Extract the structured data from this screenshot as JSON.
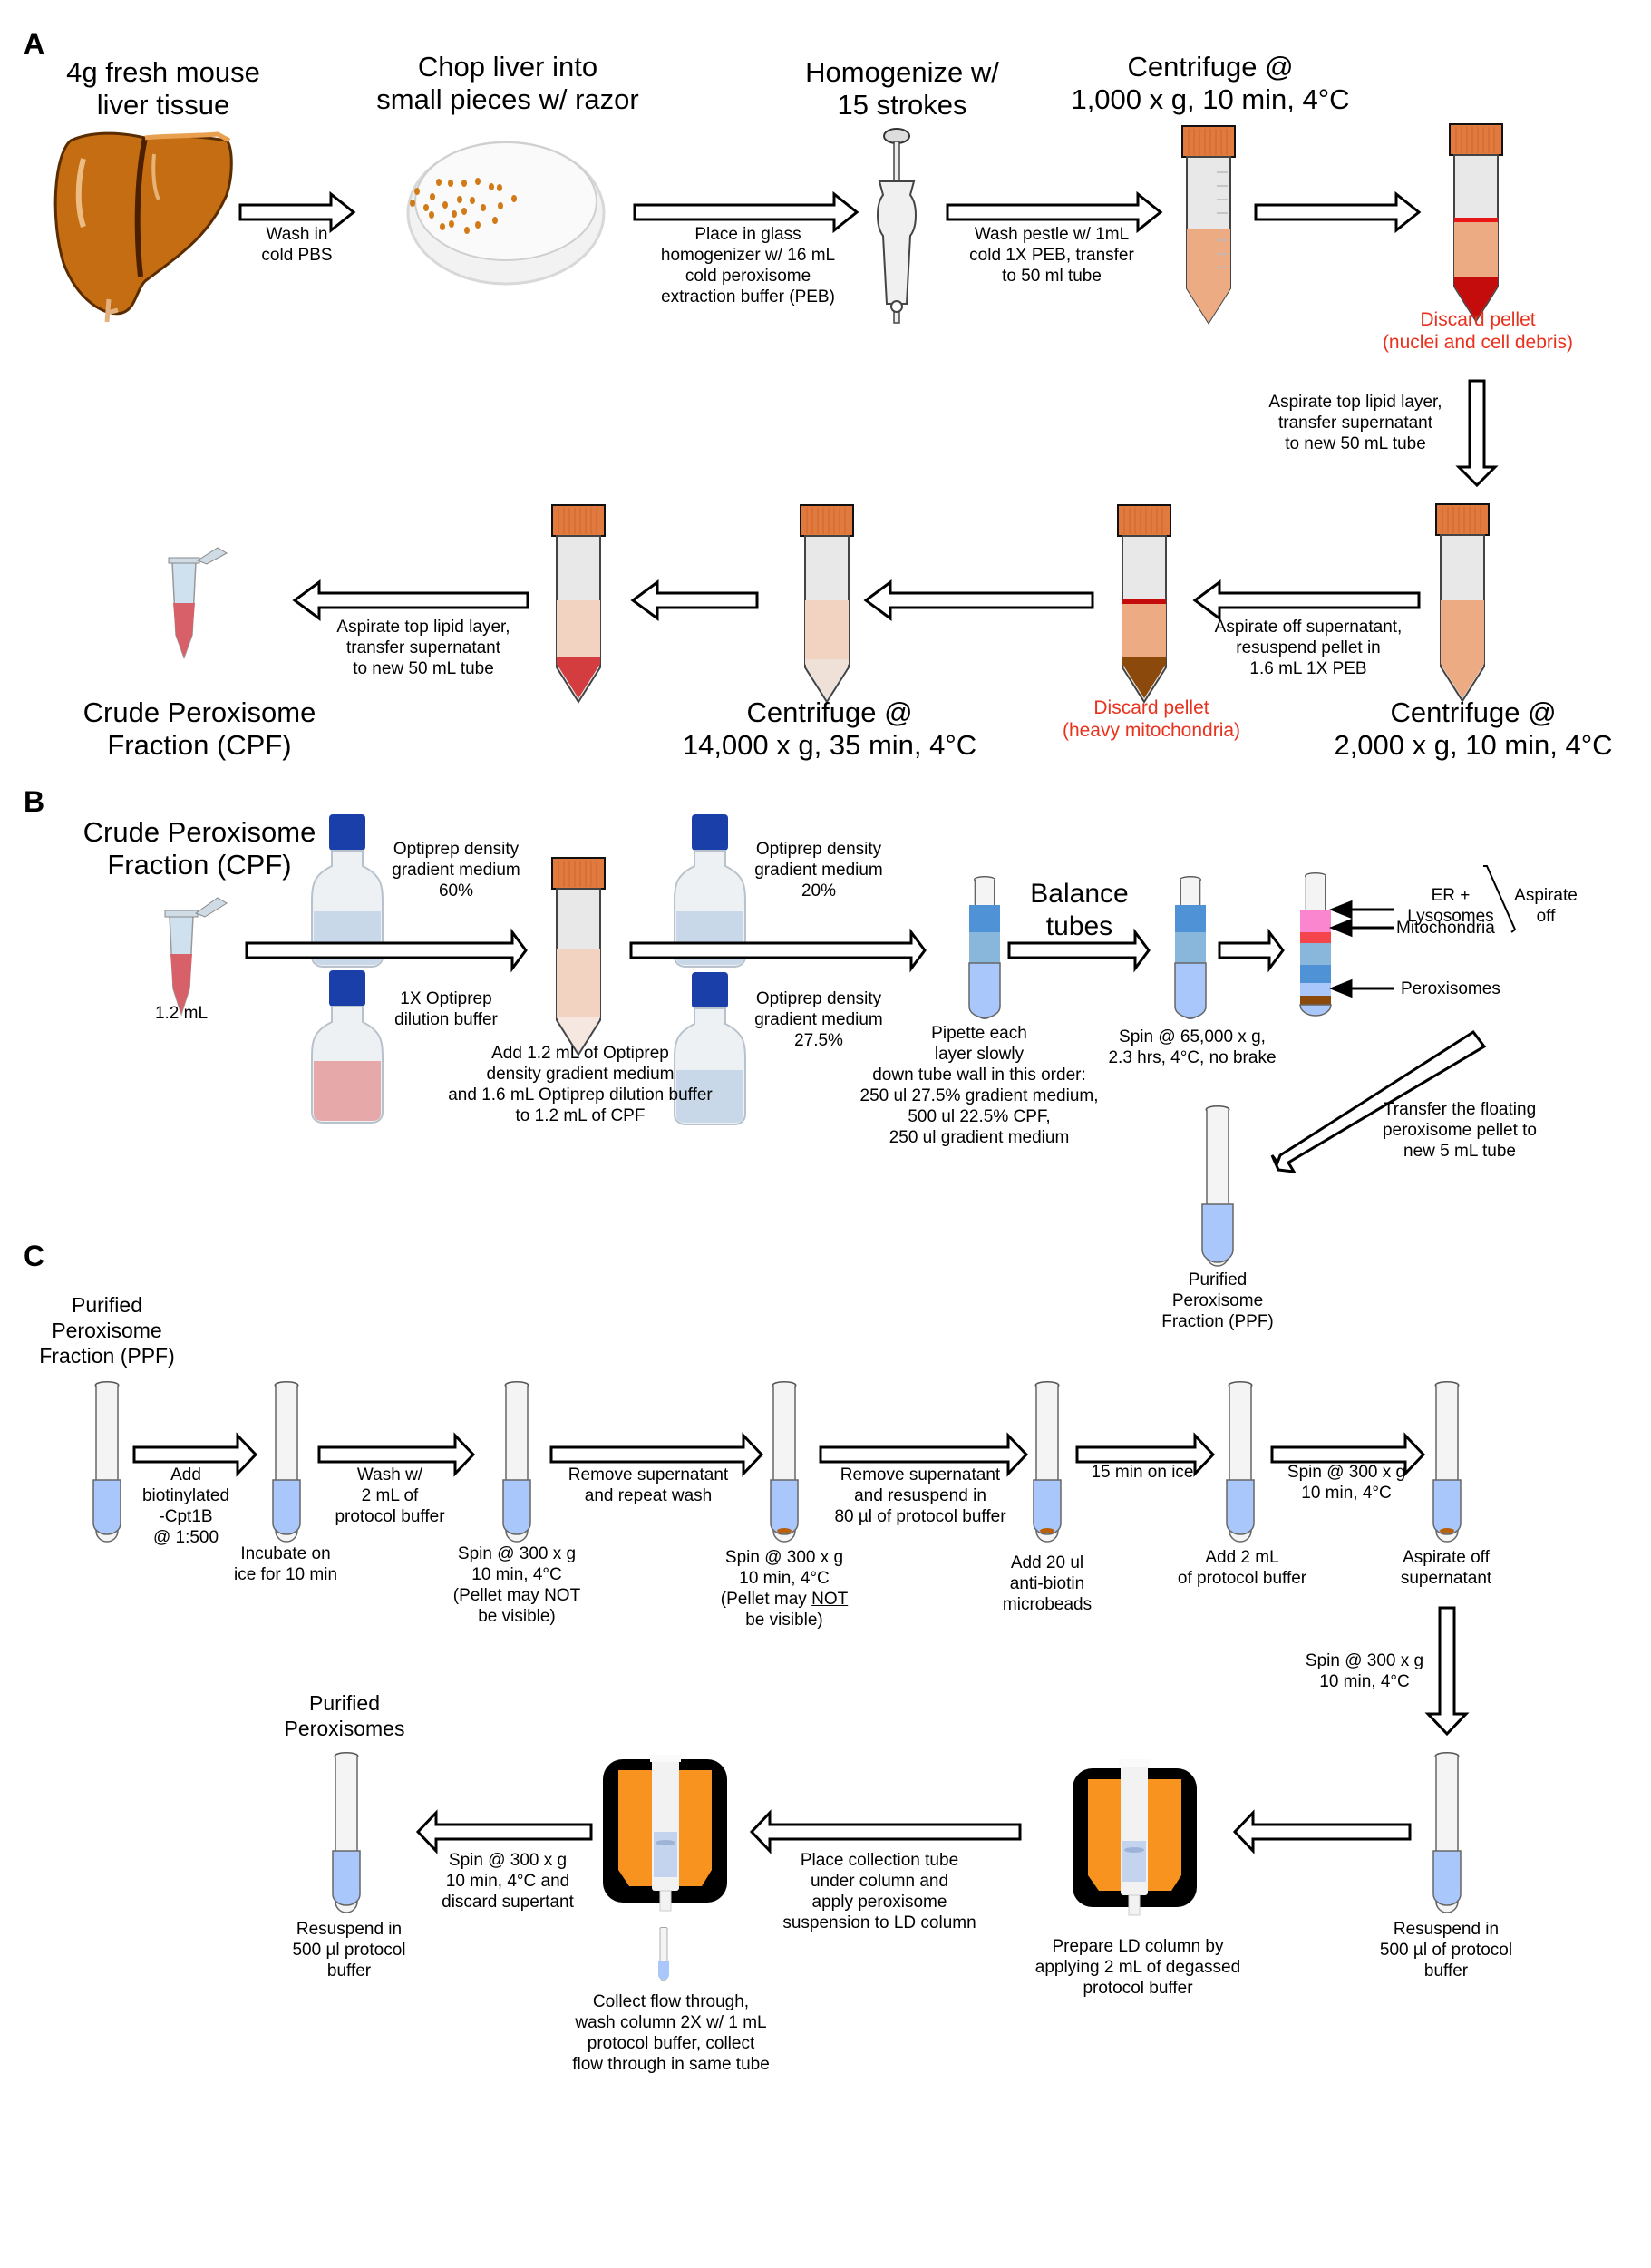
{
  "panels": {
    "A": {
      "label": "A",
      "titles": {
        "liver": "4g fresh mouse\nliver tissue",
        "chop": "Chop liver into\nsmall pieces w/ razor",
        "homogenize": "Homogenize w/\n15 strokes",
        "centrifuge1": "Centrifuge @\n1,000 x g, 10 min, 4°C",
        "crude": "Crude Peroxisome\nFraction (CPF)",
        "centrifuge3": "Centrifuge @\n14,000 x g, 35 min, 4°C",
        "centrifuge2": "Centrifuge @\n2,000 x g, 10 min, 4°C"
      },
      "arrow_captions": {
        "wash_pbs": "Wash in\ncold PBS",
        "place_glass": "Place in glass\nhomogenizer w/ 16 mL\ncold peroxisome\nextraction buffer (PEB)",
        "wash_pestle": "Wash pestle w/ 1mL\ncold 1X PEB, transfer\nto 50 ml tube",
        "aspirate_lipid_1": "Aspirate top lipid layer,\ntransfer supernatant\nto new 50 mL tube",
        "aspirate_off": "Aspirate off supernatant,\nresuspend pellet in\n1.6 mL 1X PEB",
        "aspirate_lipid_2": "Aspirate top lipid layer,\ntransfer supernatant\nto new 50 mL tube"
      },
      "discard_1": "Discard pellet\n(nuclei and cell debris)",
      "discard_2": "Discard pellet\n(heavy mitochondria)"
    },
    "B": {
      "label": "B",
      "crude_title": "Crude Peroxisome\nFraction (CPF)",
      "volume": "1.2 mL",
      "bottles": {
        "b60": "Optiprep density\ngradient medium\n60%",
        "dilution": "1X Optiprep\ndilution buffer",
        "b20": "Optiprep density\ngradient medium\n20%",
        "b275": "Optiprep density\ngradient medium\n27.5%"
      },
      "add_caption": "Add 1.2 mL of Optiprep\ndensity gradient medium\nand 1.6 mL Optiprep dilution buffer\nto 1.2 mL of CPF",
      "pipette_caption": "Pipette each\nlayer slowly\ndown tube wall in this order:\n250 ul 27.5% gradient medium,\n500 ul 22.5% CPF,\n250 ul gradient medium",
      "balance": "Balance\ntubes",
      "spin_caption": "Spin @ 65,000 x g,\n2.3 hrs, 4°C, no brake",
      "bands": {
        "er": "ER +\nLysosomes",
        "mito": "Mitochondria",
        "perox": "Peroxisomes",
        "aspirate": "Aspirate\noff"
      },
      "transfer_caption": "Transfer the floating\nperoxisome pellet to\nnew 5 mL tube",
      "ppf_caption": "Purified\nPeroxisome\nFraction (PPF)"
    },
    "C": {
      "label": "C",
      "ppf_title": "Purified\nPeroxisome\nFraction (PPF)",
      "arrow_captions": {
        "add_biotin": "Add\nbiotinylated\n-Cpt1B\n@ 1:500",
        "wash2ml": "Wash w/\n2 mL of\nprotocol buffer",
        "remove_repeat": "Remove supernatant\nand repeat wash",
        "remove_resuspend": "Remove supernatant\nand resuspend in\n80 µl of protocol buffer",
        "ice15": "15 min on ice",
        "spin300": "Spin @ 300 x g\n10 min, 4°C",
        "spin300_down": "Spin @ 300 x g\n10 min, 4°C",
        "place_collection": "Place collection tube\nunder column and\napply peroxisome\nsuspension to LD column",
        "spin_discard": "Spin @ 300 x g\n10 min, 4°C and\ndiscard supertant"
      },
      "tube_captions": {
        "incubate": "Incubate on\nice for 10 min",
        "spin_a": "Spin @ 300 x g\n10 min, 4°C\n(Pellet may NOT\nbe visible)",
        "spin_b_1": "Spin @ 300 x g\n10 min, 4°C\n(Pellet may ",
        "spin_b_not": "NOT",
        "spin_b_2": "\nbe visible)",
        "microbeads": "Add 20 ul\nanti-biotin\nmicrobeads",
        "add2ml": "Add 2 mL\nof protocol buffer",
        "aspirate_sup": "Aspirate off\nsupernatant",
        "resuspend500": "Resuspend in\n500 µl of protocol\nbuffer",
        "prepare_ld": "Prepare LD column by\napplying 2 mL of degassed\nprotocol buffer",
        "collect_flow": "Collect flow through,\nwash column 2X w/ 1 mL\nprotocol buffer, collect\nflow through in same tube",
        "final_resuspend": "Resuspend in\n500 µl protocol\nbuffer"
      },
      "final_title": "Purified\nPeroxisomes"
    }
  },
  "colors": {
    "cap_orange": "#e07a3f",
    "tube_fill_orange": "#ecab82",
    "tube_fill_light": "#f2d3c2",
    "pellet_red": "#c40c0c",
    "pellet_brown": "#8b4a0b",
    "cpf_red": "#d86068",
    "liquid_blue": "#a9c7fb",
    "band_blue_dark": "#4f93d6",
    "band_blue_mid": "#89b7dc",
    "band_pink": "#fb86d0",
    "band_red": "#f4454d",
    "bottle_cap": "#1a3fa8",
    "magnet_orange": "#f7931e",
    "text_red": "#e8321e",
    "liver": "#c56d12"
  }
}
